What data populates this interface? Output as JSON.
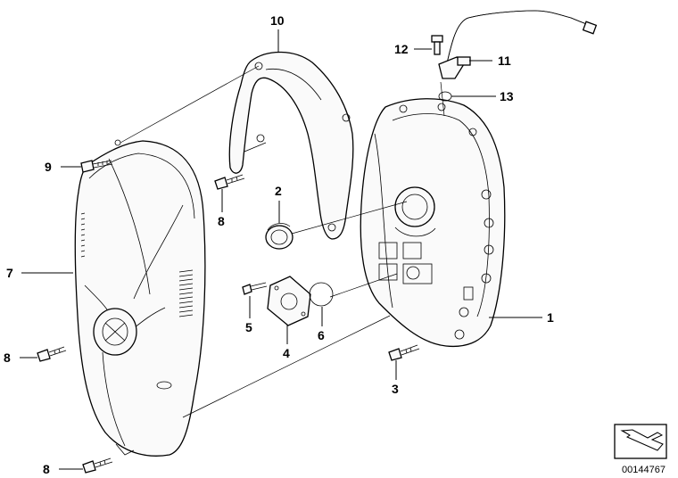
{
  "callouts": {
    "c1": "1",
    "c2": "2",
    "c3": "3",
    "c4": "4",
    "c5": "5",
    "c6": "6",
    "c7": "7",
    "c8a": "8",
    "c8b": "8",
    "c8c": "8",
    "c9": "9",
    "c10": "10",
    "c11": "11",
    "c12": "12",
    "c13": "13"
  },
  "doc_number": "00144767"
}
